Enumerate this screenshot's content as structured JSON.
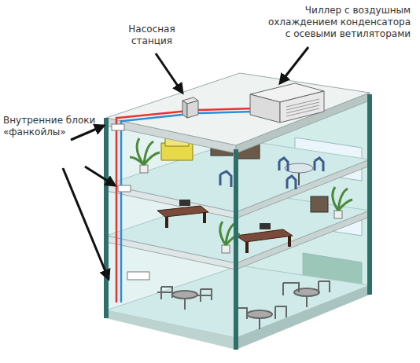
{
  "diagram": {
    "labels": [
      "Насосная станция",
      "Чиллер с воздушным охлаждением конденсатора с осевыми ветиляторами",
      "Внутренние блоки «фанкойлы»"
    ]
  }
}
